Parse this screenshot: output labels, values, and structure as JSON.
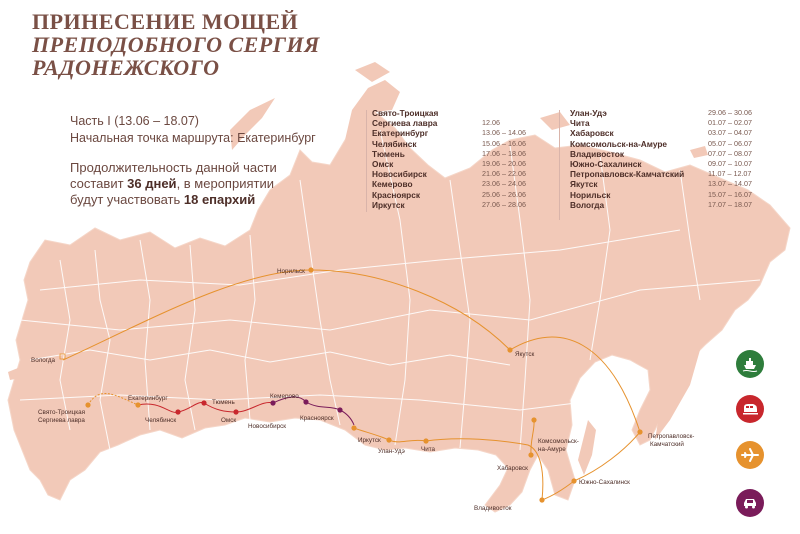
{
  "title": {
    "line1": "ПРИНЕСЕНИЕ МОЩЕЙ",
    "line2": "ПРЕПОДОБНОГО СЕРГИЯ",
    "line3": "РАДОНЕЖСКОГО"
  },
  "intro": {
    "part": "Часть I (13.06 – 18.07)",
    "start": "Начальная точка маршрута: Екатеринбург",
    "stats_a": "Продолжительность данной части",
    "stats_b1": "составит ",
    "stats_b_bold": "36 дней",
    "stats_b2": ", в мероприятии",
    "stats_c1": "будут участвовать ",
    "stats_c_bold": "18 епархий"
  },
  "schedule_left": [
    {
      "city": "Свято-Троицкая",
      "dates": ""
    },
    {
      "city": "Сергиева лавра",
      "dates": "12.06"
    },
    {
      "city": "Екатеринбург",
      "dates": "13.06 – 14.06"
    },
    {
      "city": "Челябинск",
      "dates": "15.06 – 16.06"
    },
    {
      "city": "Тюмень",
      "dates": "17.06 – 18.06"
    },
    {
      "city": "Омск",
      "dates": "19.06 – 20.06"
    },
    {
      "city": "Новосибирск",
      "dates": "21.06 – 22.06"
    },
    {
      "city": "Кемерово",
      "dates": "23.06 – 24.06"
    },
    {
      "city": "Красноярск",
      "dates": "25.06 – 26.06"
    },
    {
      "city": "Иркутск",
      "dates": "27.06 – 28.06"
    }
  ],
  "schedule_right": [
    {
      "city": "Улан-Удэ",
      "dates": "29.06 – 30.06"
    },
    {
      "city": "Чита",
      "dates": "01.07 – 02.07"
    },
    {
      "city": "Хабаровск",
      "dates": "03.07 – 04.07"
    },
    {
      "city": "Комсомольск-на-Амуре",
      "dates": "05.07 – 06.07"
    },
    {
      "city": "Владивосток",
      "dates": "07.07 – 08.07"
    },
    {
      "city": "Южно-Сахалинск",
      "dates": "09.07 – 10.07"
    },
    {
      "city": "Петропавловск-Камчатский",
      "dates": "11.07 – 12.07"
    },
    {
      "city": "Якутск",
      "dates": "13.07 – 14.07"
    },
    {
      "city": "Норильск",
      "dates": "15.07 – 16.07"
    },
    {
      "city": "Вологда",
      "dates": "17.07 – 18.07"
    }
  ],
  "map_labels": {
    "norilsk": "Норильск",
    "vologda": "Вологда",
    "yakutsk": "Якутск",
    "lavra1": "Свято-Троицкая",
    "lavra2": "Сергиева лавра",
    "ekb": "Екатеринбург",
    "chel": "Челябинск",
    "tyumen": "Тюмень",
    "omsk": "Омск",
    "nsk": "Новосибирск",
    "kem": "Кемерово",
    "krsk": "Красноярск",
    "irk": "Иркутск",
    "uu": "Улан-Удэ",
    "chita": "Чита",
    "kms1": "Комсомольск-",
    "kms2": "на-Амуре",
    "khab": "Хабаровск",
    "ys": "Южно-Сахалинск",
    "pk1": "Петропавловск-",
    "pk2": "Камчатский",
    "vlad": "Владивосток"
  },
  "legend": [
    {
      "icon": "ship-icon",
      "color": "#2e7d3c"
    },
    {
      "icon": "train-icon",
      "color": "#c8272d"
    },
    {
      "icon": "plane-icon",
      "color": "#e6922e"
    },
    {
      "icon": "car-icon",
      "color": "#7a1c5a"
    }
  ],
  "colors": {
    "land": "#f2c9b8",
    "border": "#ffffff",
    "route_air": "#e6922e",
    "route_rail": "#c8272d",
    "route_road": "#7a1c5a",
    "title": "#7a5046"
  }
}
